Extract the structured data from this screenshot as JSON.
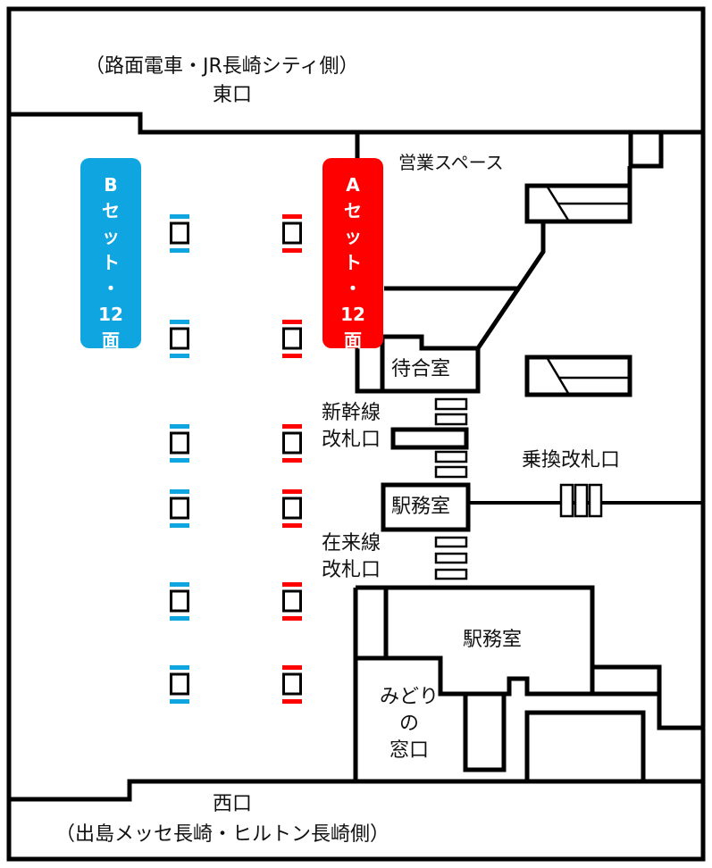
{
  "entrances": {
    "east_sub": "（路面電車・JR長崎シティ側）",
    "east": "東口",
    "west": "西口",
    "west_sub": "（出島メッセ長崎・ヒルトン長崎側）"
  },
  "rooms": {
    "business_space": "営業スペース",
    "waiting_room": "待合室",
    "shinkansen_gate": [
      "新幹線",
      "改札口"
    ],
    "station_office_1": "駅務室",
    "transfer_gate": "乗換改札口",
    "conventional_gate": [
      "在来線",
      "改札口"
    ],
    "station_office_2": "駅務室",
    "midori_window": [
      "みどり",
      "の",
      "窓口"
    ]
  },
  "sets": {
    "b": {
      "lines": [
        "B",
        "セ",
        "ッ",
        "ト",
        "・",
        "12",
        "面"
      ],
      "color": "#0ea5e0"
    },
    "a": {
      "lines": [
        "A",
        "セ",
        "ッ",
        "ト",
        "・",
        "12",
        "面"
      ],
      "color": "#ff0000"
    }
  }
}
